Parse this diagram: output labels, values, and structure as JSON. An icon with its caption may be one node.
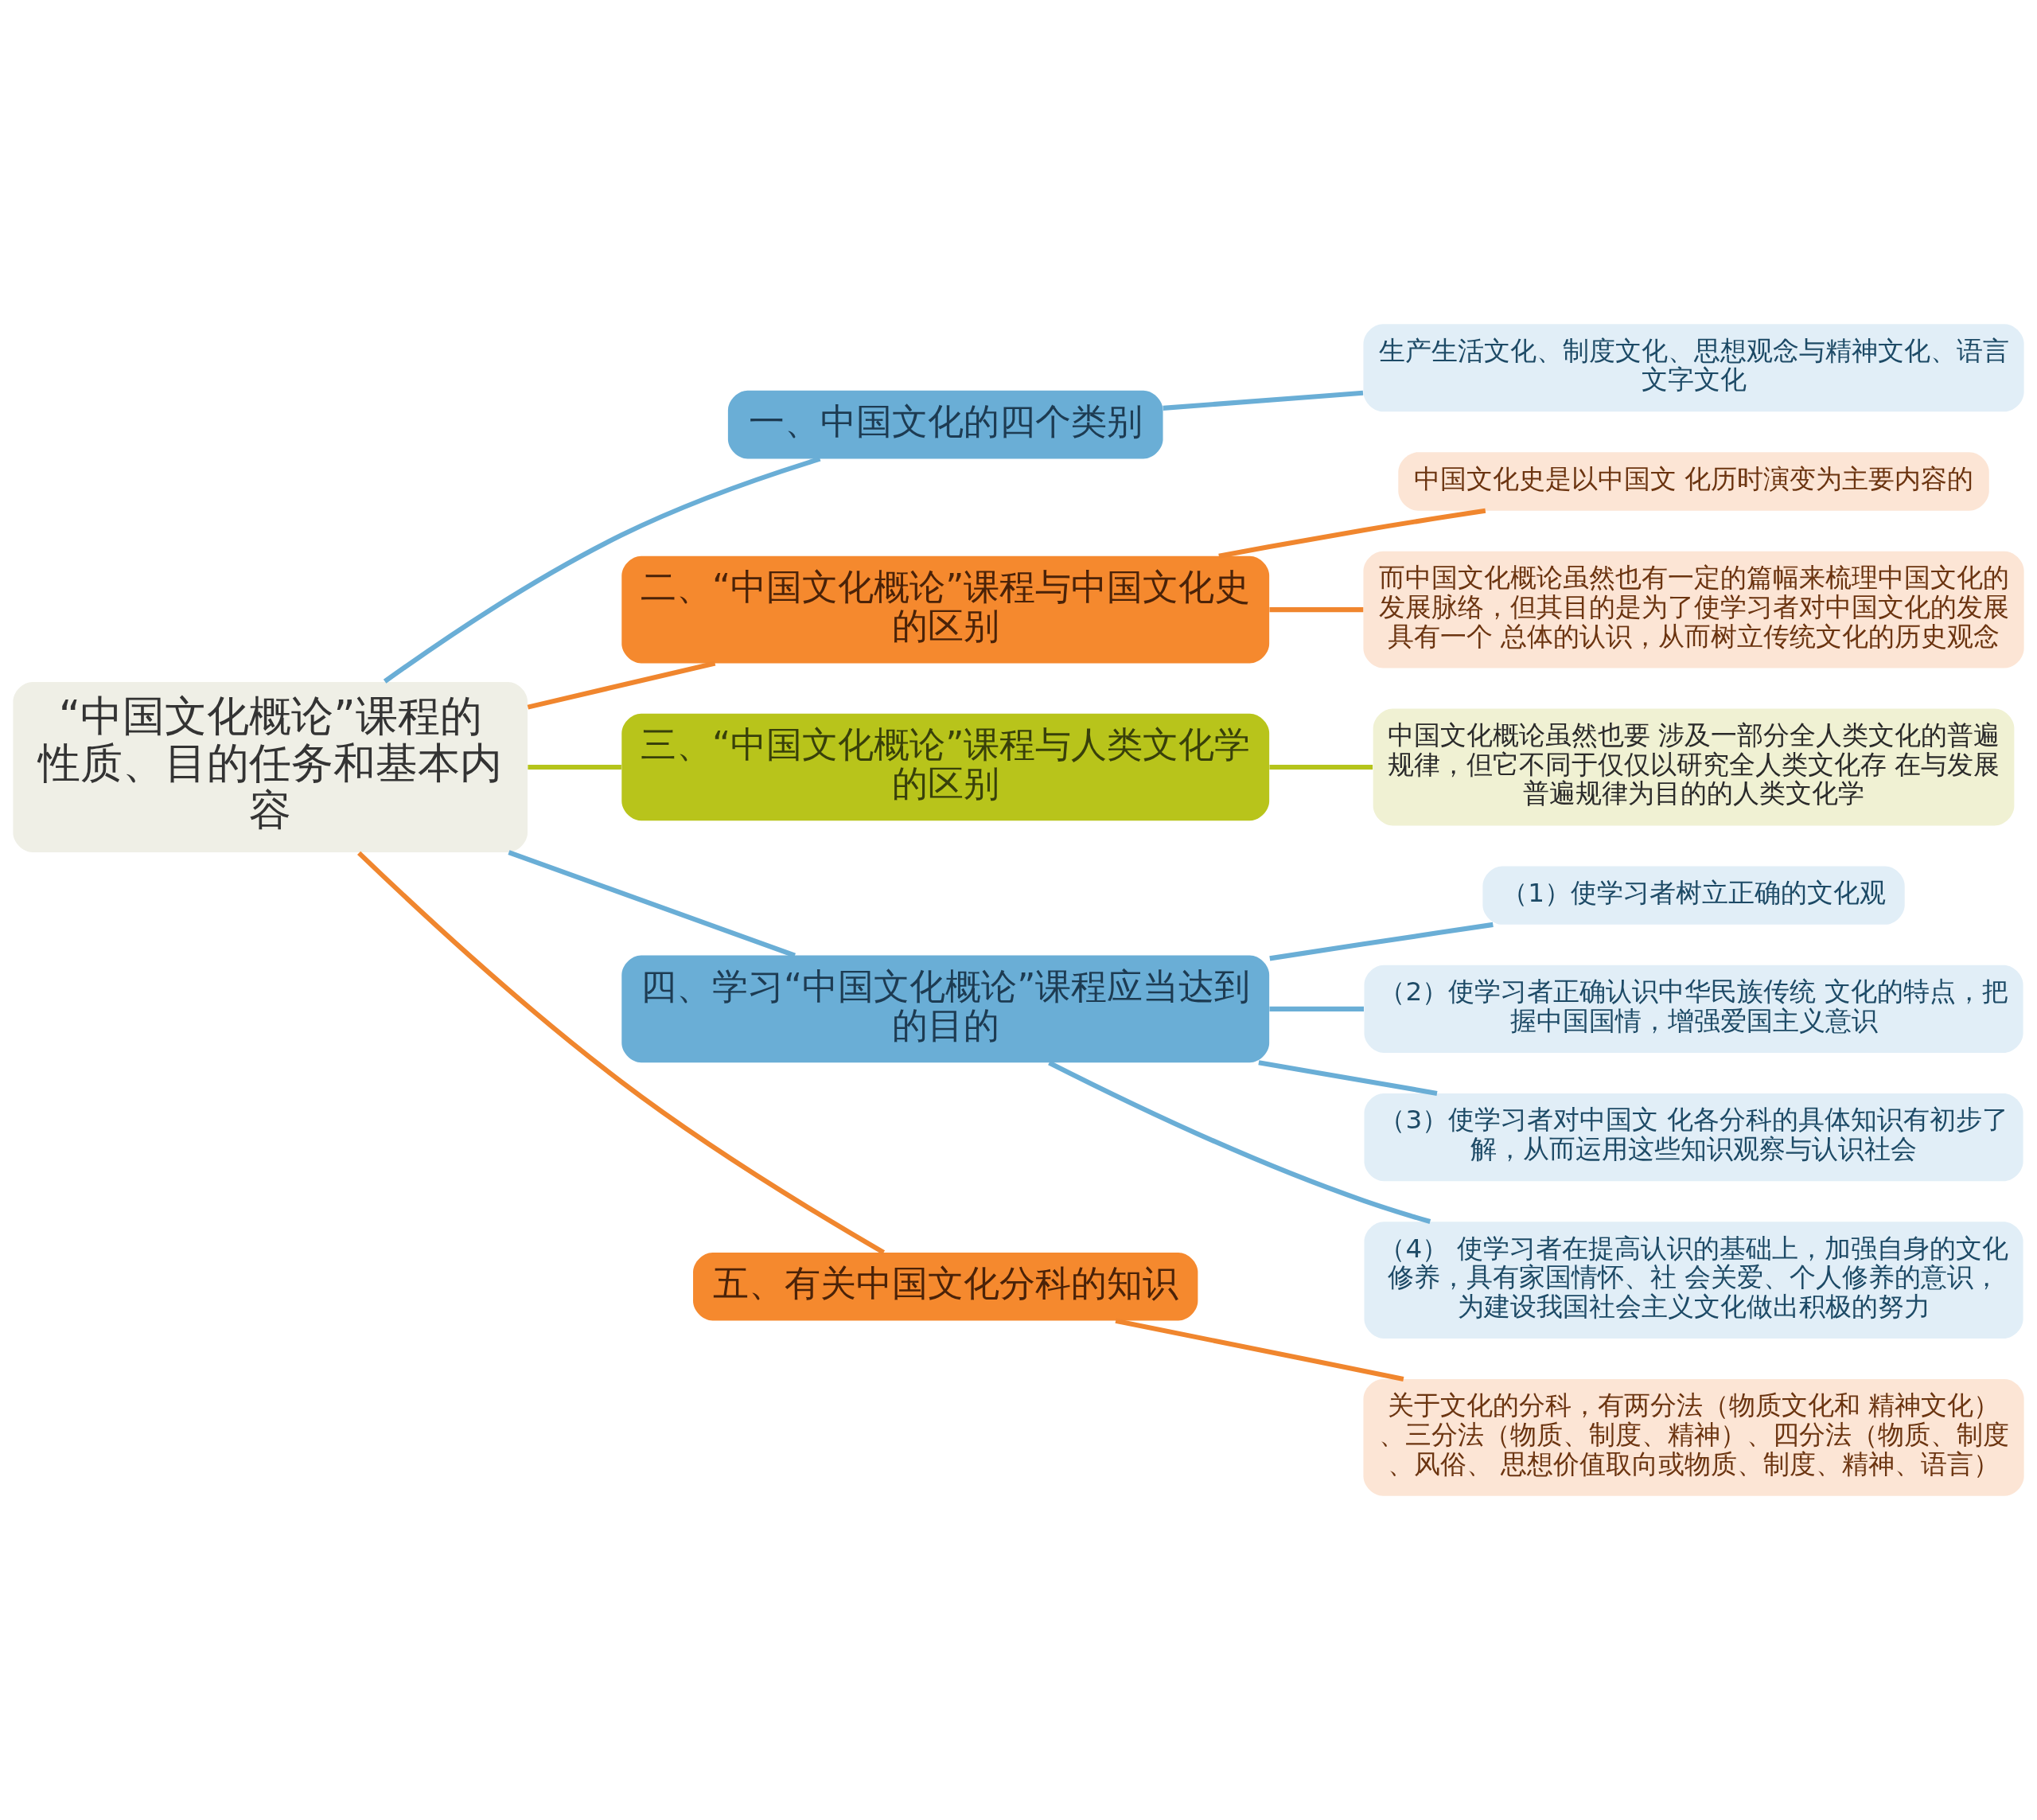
{
  "diagram": {
    "nodes": [
      {
        "text": [
          "“中国文化概论”课程的性质、目的任务和基本内容"
        ]
      },
      {
        "text": [
          "一、中国文化的四个类别"
        ]
      },
      {
        "text": [
          "生产生活文化、制度文化、思想观念与精神文化、语言文字文化"
        ]
      },
      {
        "text": [
          "二、“中国文化概论”课程与中国文化史的区别"
        ]
      },
      {
        "text": [
          "中国文化史是以中国文 化历时演变为主要内容的"
        ]
      },
      {
        "text": [
          "而中国文化概论虽然也有一定的篇幅来梳理中国文化的发展脉络，但其目的是为了使学习者对中国文化的发展具有一个 总体的认识，从而树立传统文化的历史观念"
        ]
      },
      {
        "text": [
          "三、“中国文化概论”课程与人类文化学的区别"
        ]
      },
      {
        "text": [
          "中国文化概论虽然也要 涉及一部分全人类文化的普遍规律，但它不同于仅仅以研究全人类文化存 在与发展普遍规律为目的的人类文化学"
        ]
      },
      {
        "text": [
          "四、学习“中国文化概论”课程应当达到的目的"
        ]
      },
      {
        "text": [
          "（1）使学习者树立正确的文化观"
        ]
      },
      {
        "text": [
          "（2）使学习者正确认识中华民族传统 文化的特点，把握中国国情，增强爱国主义意识"
        ]
      },
      {
        "text": [
          "（3）使学习者对中国文 化各分科的具体知识有初步了解，从而运用这些知识观察与认识社会"
        ]
      },
      {
        "text": [
          "（4） 使学习者在提高认识的基础上，加强自身的文化修养，具有家国情怀、社 会关爱、个人修养的意识，为建设我国社会主义文化做出积极的努力"
        ]
      },
      {
        "text": [
          "五、有关中国文化分科的知识"
        ]
      },
      {
        "text": [
          "关于文化的分科，有两分法（物质文化和 精神文化）、三分法（物质、制度、精神）、四分法（物质、制度、风俗、 思想价值取向或物质、制度、精神、语言）"
        ]
      }
    ],
    "edges": [
      {
        "from": 0,
        "to": 1,
        "arrow": "none"
      },
      {
        "from": 1,
        "to": 2,
        "arrow": "none"
      },
      {
        "from": 0,
        "to": 3,
        "arrow": "none",
        "color": "#f0862e"
      },
      {
        "from": 3,
        "to": 4,
        "arrow": "none",
        "color": "#f0862e"
      },
      {
        "from": 3,
        "to": 5,
        "arrow": "none",
        "color": "#f0862e"
      },
      {
        "from": 0,
        "to": 6,
        "arrow": "none",
        "color": "#b5c41b"
      },
      {
        "from": 6,
        "to": 7,
        "arrow": "none",
        "color": "#b5c41b"
      },
      {
        "from": 0,
        "to": 8,
        "arrow": "none"
      },
      {
        "from": 8,
        "to": 9,
        "arrow": "none"
      },
      {
        "from": 8,
        "to": 10,
        "arrow": "none"
      },
      {
        "from": 8,
        "to": 11,
        "arrow": "none"
      },
      {
        "from": 8,
        "to": 12,
        "arrow": "none"
      },
      {
        "from": 0,
        "to": 13,
        "arrow": "none",
        "color": "#f0862e"
      },
      {
        "from": 13,
        "to": 14,
        "arrow": "none",
        "color": "#f0862e"
      }
    ]
  }
}
